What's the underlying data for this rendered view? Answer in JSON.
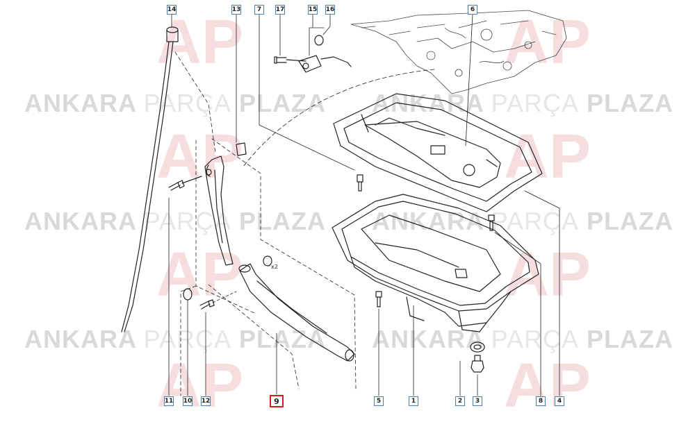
{
  "watermark": {
    "word1": "ANKARA",
    "word2": "PARÇA",
    "word3": "PLAZA",
    "color": "#d9d9d9",
    "logo_color": "#f6dede"
  },
  "callouts": {
    "c1": "1",
    "c2": "2",
    "c3": "3",
    "c4": "4",
    "c5": "5",
    "c6": "6",
    "c7": "7",
    "c8": "8",
    "c9": "9",
    "c10": "10",
    "c11": "11",
    "c12": "12",
    "c13": "13",
    "c14": "14",
    "c15": "15",
    "c16": "16",
    "c17": "17"
  },
  "annotations": {
    "quantity": "x2"
  },
  "colors": {
    "callout_border": "#4a7fb0",
    "highlight_border": "#e0161b",
    "line": "#222222"
  }
}
